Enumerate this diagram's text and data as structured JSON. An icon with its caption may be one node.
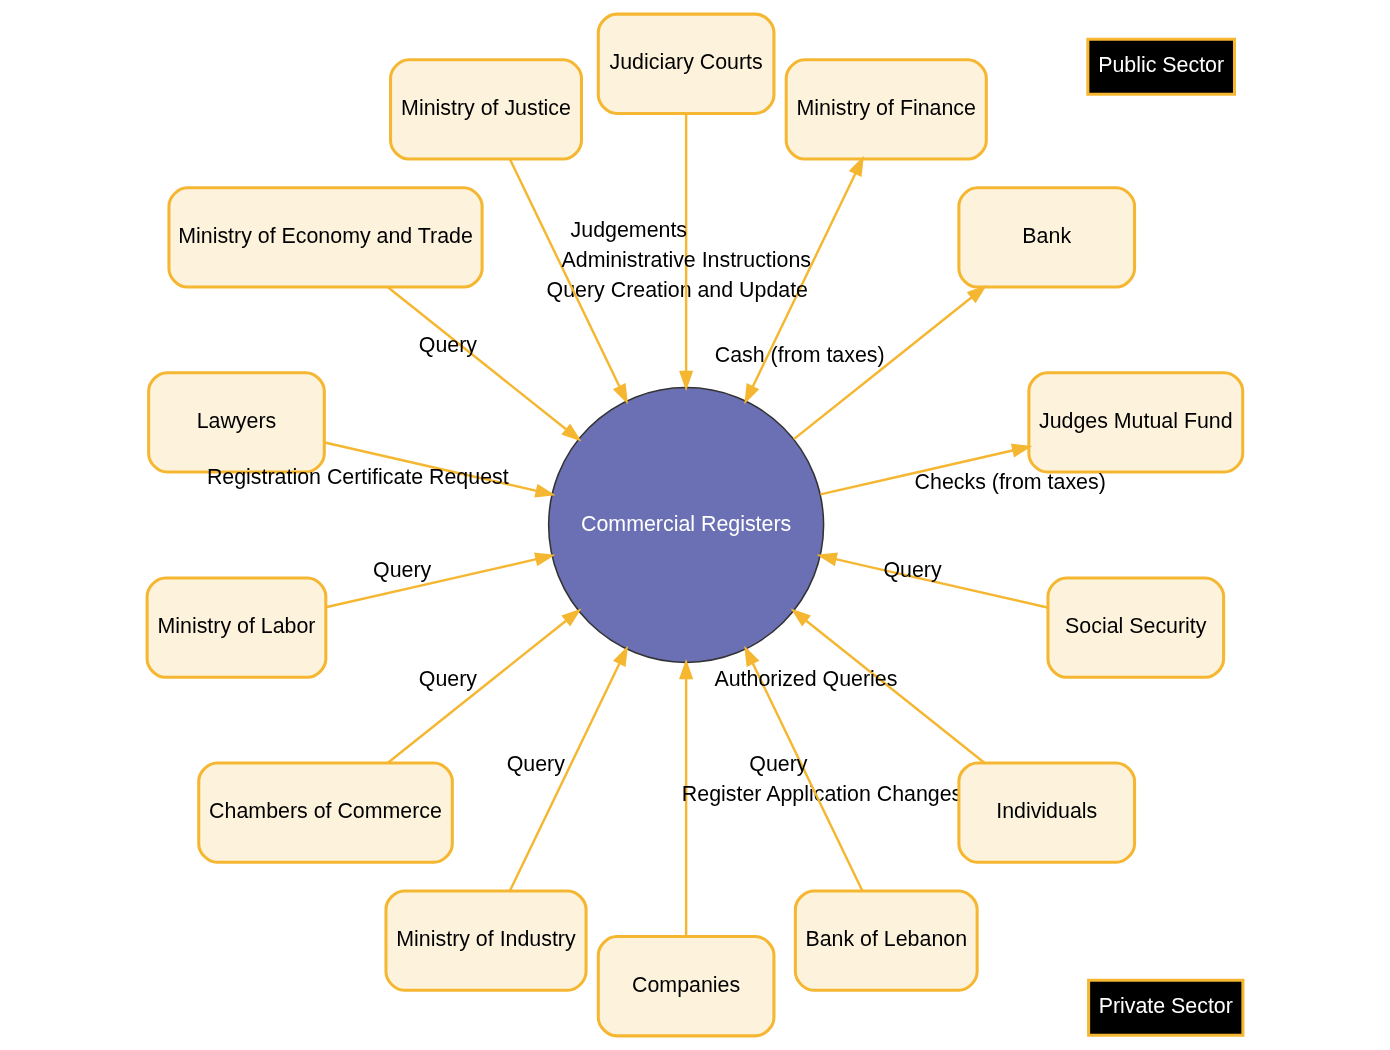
{
  "diagram": {
    "nodes": [
      {
        "text": [
          "Public Sector"
        ]
      },
      {
        "text": [
          "Private Sector"
        ]
      },
      {
        "text": [
          "Ministry of Finance"
        ]
      },
      {
        "text": [
          "Judiciary Courts"
        ]
      },
      {
        "text": [
          "Ministry of Justice"
        ]
      },
      {
        "text": [
          "Ministry of Economy and Trade"
        ]
      },
      {
        "text": [
          "Lawyers"
        ]
      },
      {
        "text": [
          "Ministry of Labor"
        ]
      },
      {
        "text": [
          "Chambers of Commerce"
        ]
      },
      {
        "text": [
          "Commercial Registers"
        ]
      },
      {
        "text": [
          "Ministry of Industry"
        ]
      },
      {
        "text": [
          "Companies"
        ]
      },
      {
        "text": [
          "Bank of Lebanon"
        ]
      },
      {
        "text": [
          "Individuals"
        ]
      },
      {
        "text": [
          "Social Security"
        ]
      },
      {
        "text": [
          "Judges Mutual Fund"
        ]
      },
      {
        "text": [
          "Bank"
        ]
      }
    ],
    "edges": [
      {
        "from": 2,
        "to": 9,
        "arrow": "both",
        "label": "Query Creation and Update"
      },
      {
        "from": 3,
        "to": 9,
        "arrow": "to",
        "label": "Judgements"
      },
      {
        "from": 4,
        "to": 9,
        "arrow": "to",
        "label": "Administrative Instructions"
      },
      {
        "from": 5,
        "to": 9,
        "arrow": "to",
        "label": "Query"
      },
      {
        "from": 6,
        "to": 9,
        "arrow": "to",
        "label": "Registration Certificate Request"
      },
      {
        "from": 7,
        "to": 9,
        "arrow": "to",
        "label": "Query"
      },
      {
        "from": 8,
        "to": 9,
        "arrow": "to",
        "label": "Query"
      },
      {
        "from": 10,
        "to": 9,
        "arrow": "to",
        "label": "Query"
      },
      {
        "from": 11,
        "to": 9,
        "arrow": "to",
        "label": "Register Application Changes"
      },
      {
        "from": 12,
        "to": 9,
        "arrow": "to",
        "label": "Query"
      },
      {
        "from": 13,
        "to": 9,
        "arrow": "to",
        "label": "Authorized Queries"
      },
      {
        "from": 14,
        "to": 9,
        "arrow": "to",
        "label": "Query"
      },
      {
        "from": 9,
        "to": 15,
        "arrow": "to",
        "label": "Checks (from taxes)"
      },
      {
        "from": 9,
        "to": 16,
        "arrow": "to",
        "label": "Cash (from taxes)"
      }
    ]
  }
}
